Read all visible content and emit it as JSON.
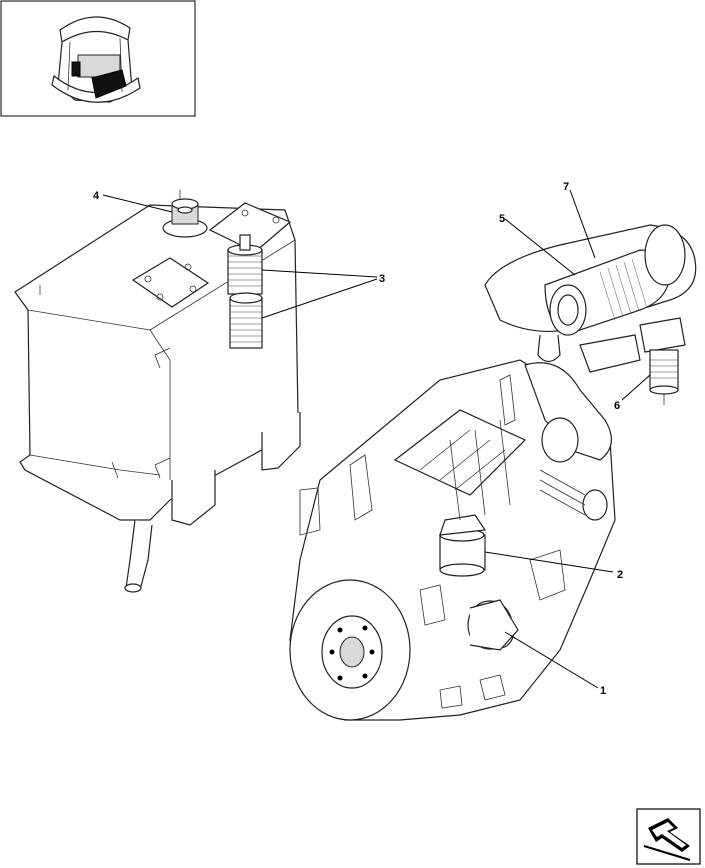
{
  "callouts": [
    {
      "id": "1",
      "label": "1"
    },
    {
      "id": "2",
      "label": "2"
    },
    {
      "id": "3",
      "label": "3"
    },
    {
      "id": "4",
      "label": "4"
    },
    {
      "id": "5",
      "label": "5"
    },
    {
      "id": "6",
      "label": "6"
    },
    {
      "id": "7",
      "label": "7"
    }
  ],
  "icons": {
    "thumbnail": "machine-overview-thumbnail",
    "nav": "next-page-arrow-icon"
  }
}
